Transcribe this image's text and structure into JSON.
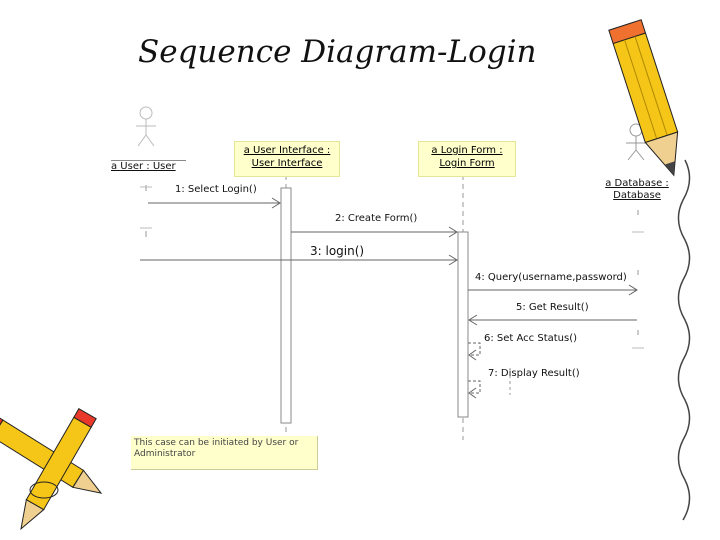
{
  "slide": {
    "title": "Sequence Diagram-Login"
  },
  "actors": [
    {
      "label": "a User : User"
    },
    {
      "label_line1": "a Database :",
      "label_line2": "Database"
    }
  ],
  "objects": [
    {
      "line1": "a User Interface :",
      "line2": "User Interface"
    },
    {
      "line1": "a Login Form :",
      "line2": "Login Form"
    }
  ],
  "messages": [
    {
      "label": "1: Select Login()"
    },
    {
      "label": "2: Create Form()"
    },
    {
      "label": "3: login()"
    },
    {
      "label": "4: Query(username,password)"
    },
    {
      "label": "5: Get Result()"
    },
    {
      "label": "6: Set Acc Status()"
    },
    {
      "label": "7: Display Result()"
    }
  ],
  "note": {
    "text": "This case can be initiated by User or Administrator"
  },
  "colors": {
    "object_fill": "#ffffcc",
    "lifeline": "#999999",
    "pencil_body": "#f5c518",
    "pencil_tip": "#e8392b"
  },
  "decorations": [
    "pencil-icon-top-right",
    "crossed-pencils-icon-bottom-left"
  ]
}
